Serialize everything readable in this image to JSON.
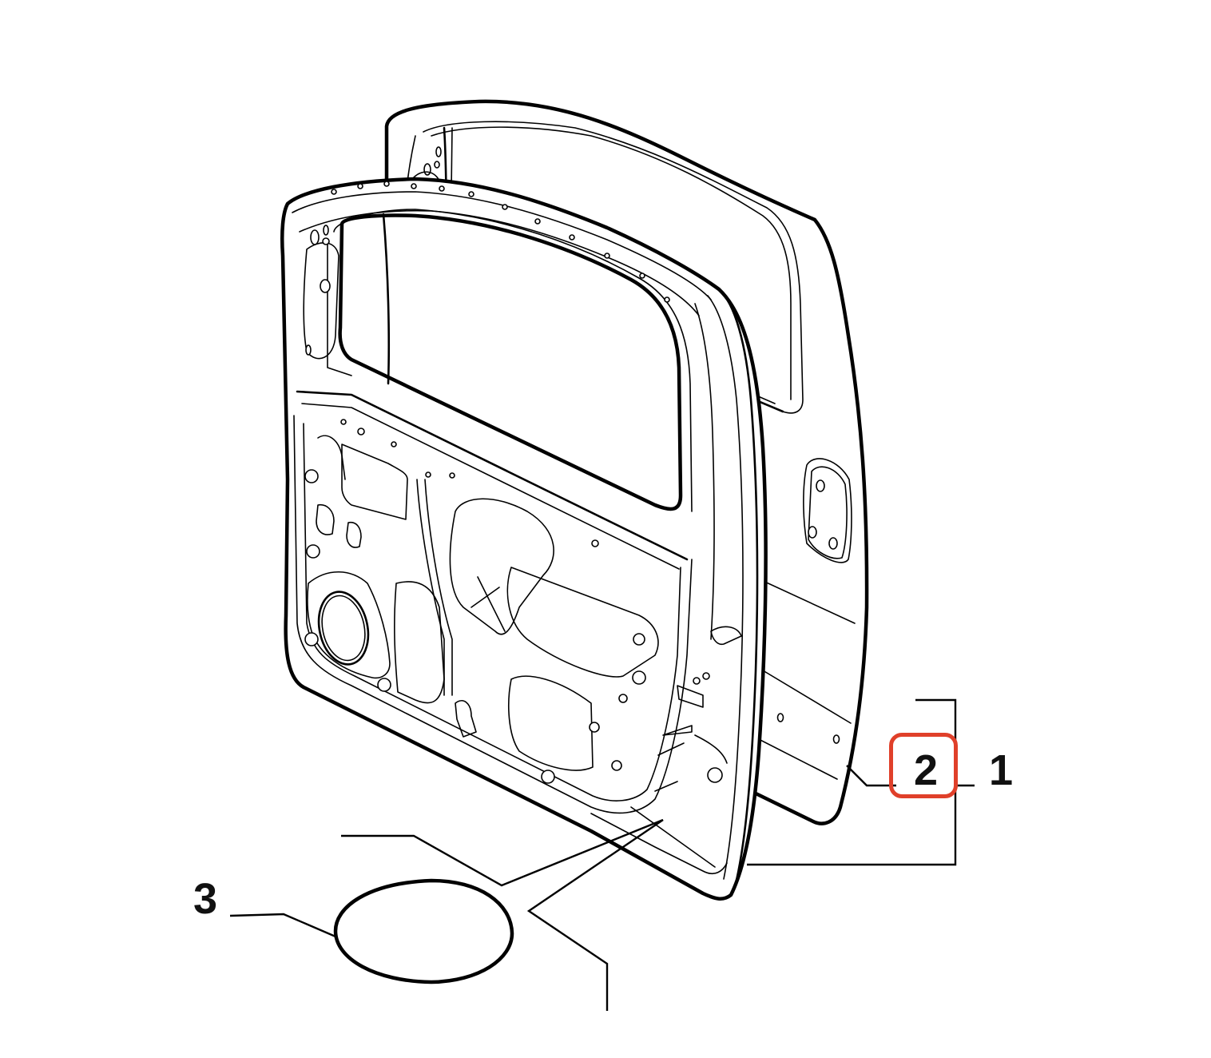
{
  "diagram": {
    "title": "Door panel exploded parts diagram",
    "subject": "Vehicle side door shell (inner panel) with outer door panel behind",
    "colors": {
      "line": "#000000",
      "background": "#ffffff",
      "highlight": "#e0402a"
    },
    "callouts": [
      {
        "id": "1",
        "label": "1",
        "target": "door-assembly"
      },
      {
        "id": "2",
        "label": "2",
        "target": "outer-door-panel",
        "highlighted": true
      },
      {
        "id": "3",
        "label": "3",
        "target": "plug-seal"
      }
    ]
  }
}
